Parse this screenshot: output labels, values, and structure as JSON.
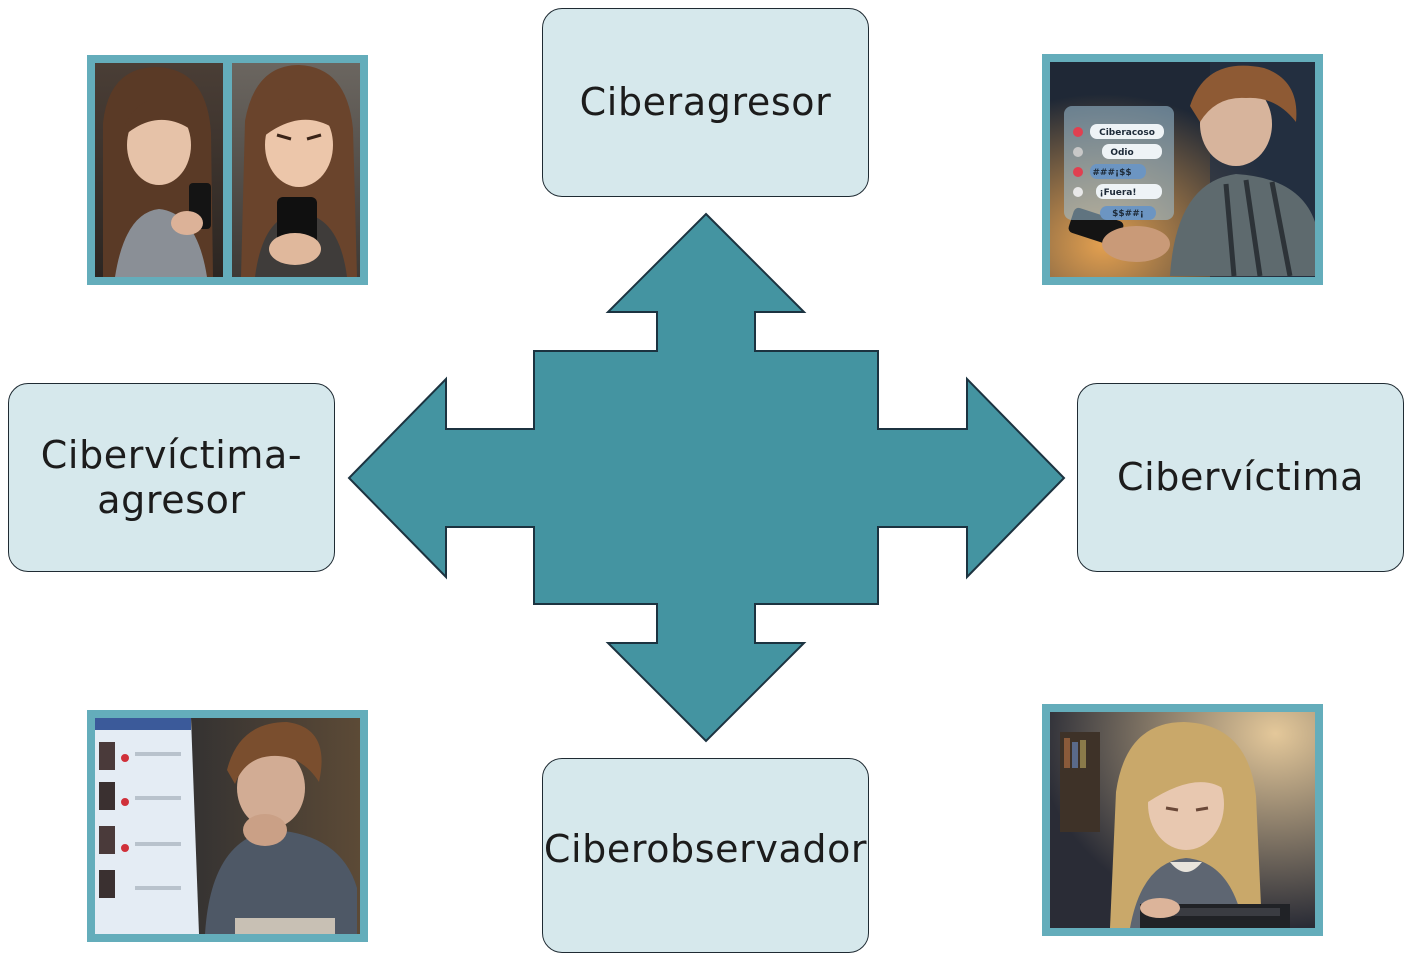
{
  "diagram": {
    "nodes": {
      "top": "Ciberagresor",
      "left_line1": "Cibervíctima-",
      "left_line2": "agresor",
      "right": "Cibervíctima",
      "bottom": "Ciberobservador"
    },
    "connector": "four-way-arrow",
    "colors": {
      "arrow_fill": "#4494a1",
      "arrow_stroke": "#1c3340",
      "box_fill": "#d6e8ec",
      "photo_frame": "#64adbb"
    }
  },
  "photos": {
    "top_left": {
      "icon": "two-girls-with-phones-photo"
    },
    "top_right": {
      "icon": "boy-with-phone-chat-photo",
      "chat_bubbles": [
        "Ciberacoso",
        "Odio",
        "###¡$$",
        "¡Fuera!",
        "$$##¡"
      ]
    },
    "bottom_left": {
      "icon": "boy-at-computer-photo"
    },
    "bottom_right": {
      "icon": "crying-girl-at-laptop-photo"
    }
  }
}
